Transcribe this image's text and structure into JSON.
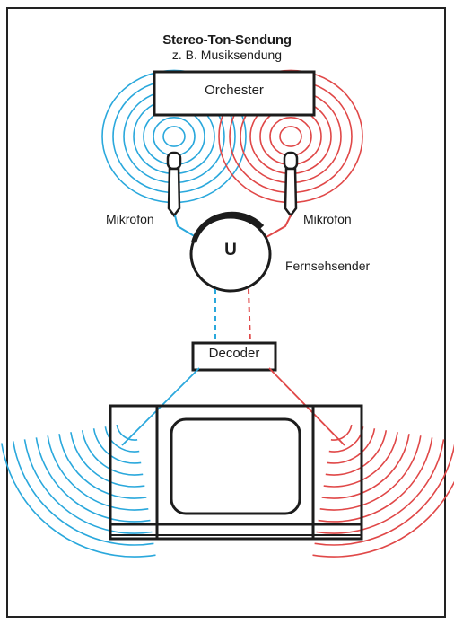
{
  "title": "Stereo-Ton-Sendung",
  "subtitle": "z. B. Musiksendung",
  "labels": {
    "orchestra": "Orchester",
    "mic_left": "Mikrofon",
    "mic_right": "Mikrofon",
    "transmitter_symbol": "U",
    "transmitter": "Fernsehsender",
    "decoder": "Decoder"
  },
  "colors": {
    "left_channel": "#2aa8dc",
    "right_channel": "#e04848",
    "ink": "#1c1c1c"
  }
}
